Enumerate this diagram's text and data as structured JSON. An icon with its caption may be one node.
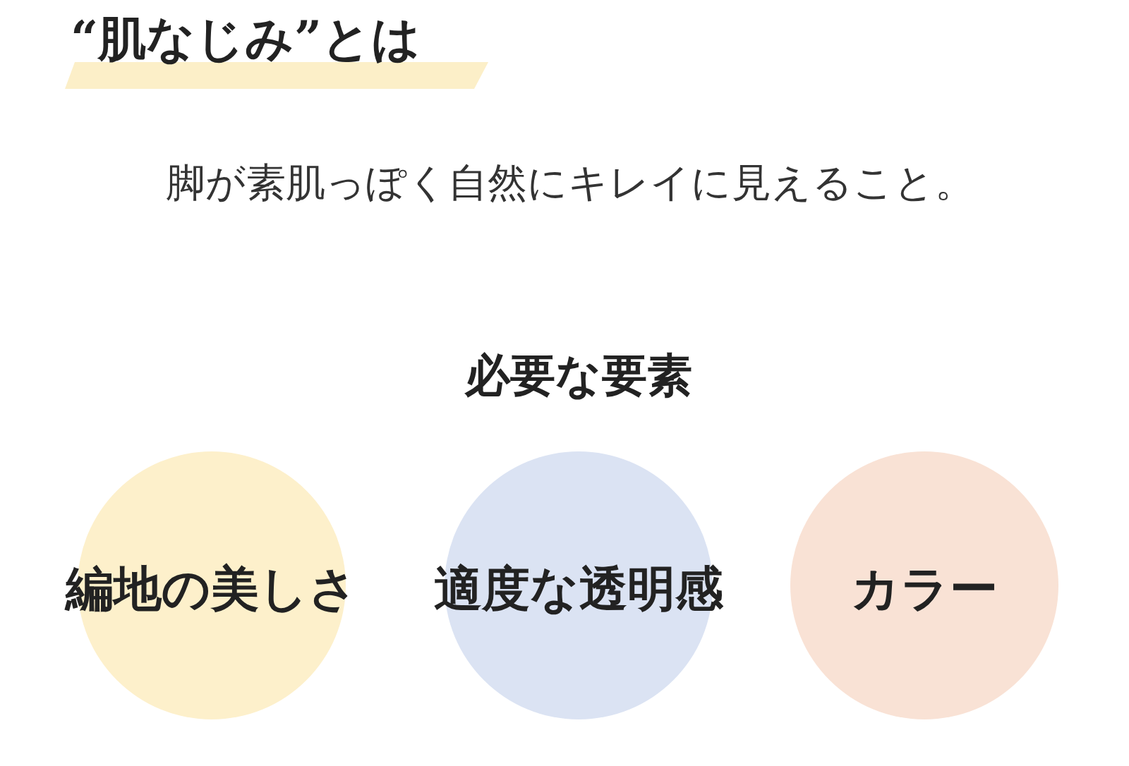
{
  "diagram": {
    "title": "“肌なじみ”とは",
    "nodes": [
      {
        "text": [
          "編地の美しさ"
        ]
      },
      {
        "text": [
          "適度な透明感"
        ]
      },
      {
        "text": [
          "カラー"
        ]
      }
    ],
    "labels": [
      "脚が素肌っぽく自然にキレイに見えること。",
      "必要な要素"
    ]
  }
}
